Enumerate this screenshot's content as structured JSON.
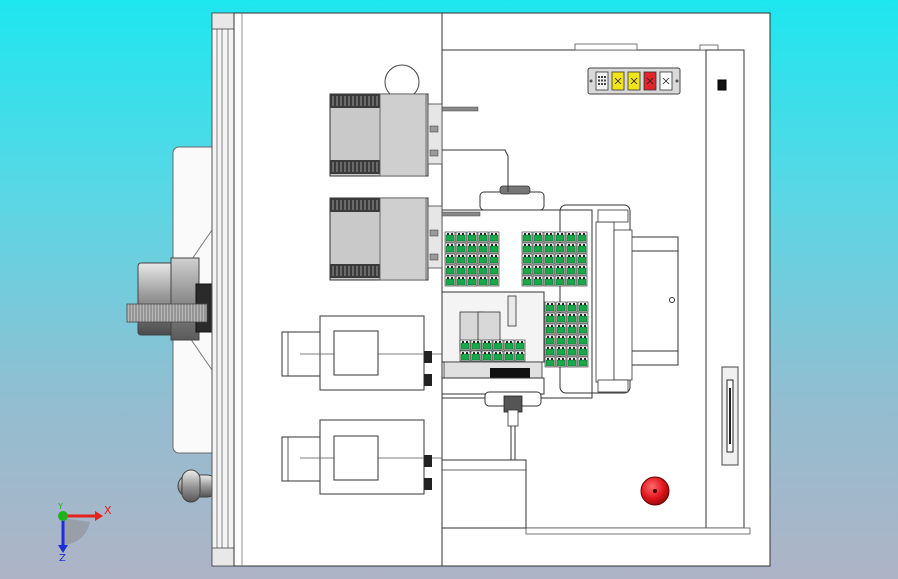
{
  "viewport": {
    "background_top": "#1ee6ef",
    "background_bottom": "#aeb4c6"
  },
  "triad": {
    "x_label": "X",
    "y_label": "Y",
    "z_label": "Z",
    "x_color": "#e8201c",
    "y_color": "#19b519",
    "z_color": "#1d2fd8"
  },
  "control_panel": {
    "buttons": [
      {
        "name": "keypad",
        "color": "#f2f2f2"
      },
      {
        "name": "yellow-a",
        "color": "#f3e31a"
      },
      {
        "name": "yellow-b",
        "color": "#f3e31a"
      },
      {
        "name": "red",
        "color": "#e0242a"
      },
      {
        "name": "white",
        "color": "#ffffff"
      }
    ]
  },
  "emergency_stop": {
    "color": "#e0141c"
  },
  "module_color": "#19a84a"
}
